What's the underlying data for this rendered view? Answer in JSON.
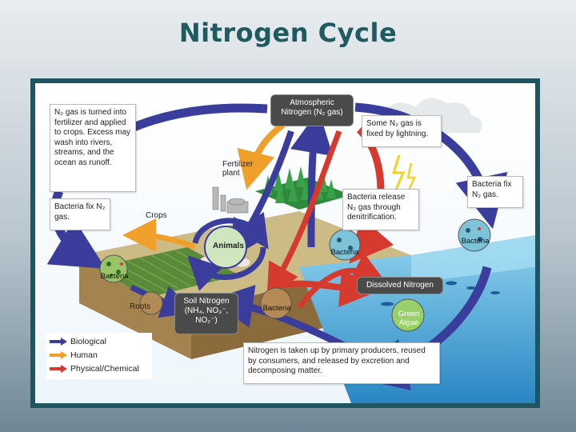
{
  "slide": {
    "title": "Nitrogen Cycle"
  },
  "diagram": {
    "atmospheric_box": "Atmospheric Nitrogen (N₂ gas)",
    "dissolved_box": "Dissolved Nitrogen",
    "soil_box": "Soil Nitrogen (NH₄, NO₃⁻, NO₂⁻)",
    "notes": {
      "fertilizer_runoff": "N₂ gas is turned into fertilizer and applied to crops. Excess may wash into rivers, streams, and the ocean as runoff.",
      "bacteria_fix_left": "Bacteria fix N₂ gas.",
      "lightning": "Some N₂ gas is fixed by lightning.",
      "bacteria_fix_right": "Bacteria fix N₂ gas.",
      "denitrification": "Bacteria release N₂ gas through denitrification.",
      "uptake": "Nitrogen is taken up by primary producers, reused by consumers, and released by excretion and decomposing matter."
    },
    "labels": {
      "fertilizer_plant": "Fertilizer plant",
      "crops": "Crops",
      "animals": "Animals",
      "roots": "Roots",
      "bacteria_roots": "Bacteria",
      "bacteria_soil": "Bacteria",
      "bacteria_center": "Bacteria",
      "bacteria_water": "Bacteria",
      "green_algae": "Green Algae"
    },
    "legend": [
      {
        "label": "Biological",
        "color": "#3b3d9c"
      },
      {
        "label": "Human",
        "color": "#f0a02a"
      },
      {
        "label": "Physical/Chemical",
        "color": "#d63a2f"
      }
    ]
  }
}
